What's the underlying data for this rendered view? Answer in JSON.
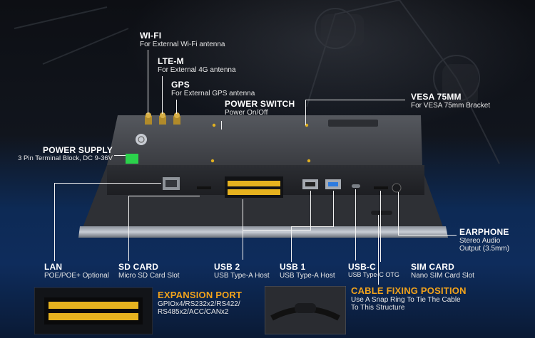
{
  "labels": {
    "wifi": {
      "title": "WI-FI",
      "sub": "For External Wi-Fi antenna"
    },
    "ltem": {
      "title": "LTE-M",
      "sub": "For External 4G antenna"
    },
    "gps": {
      "title": "GPS",
      "sub": "For External GPS antenna"
    },
    "power_switch": {
      "title": "POWER SWITCH",
      "sub": "Power On/Off"
    },
    "vesa": {
      "title": "VESA 75MM",
      "sub": "For VESA 75mm Bracket"
    },
    "power_supply": {
      "title": "POWER SUPPLY",
      "sub": "3 Pin Terminal Block, DC 9-36V"
    },
    "earphone": {
      "title": "EARPHONE",
      "sub1": "Stereo Audio",
      "sub2": "Output (3.5mm)"
    },
    "lan": {
      "title": "LAN",
      "sub": "POE/POE+ Optional"
    },
    "sd_card": {
      "title": "SD CARD",
      "sub": "Micro SD Card Slot"
    },
    "usb2": {
      "title": "USB 2",
      "sub": "USB Type-A Host"
    },
    "usb1": {
      "title": "USB 1",
      "sub": "USB Type-A Host"
    },
    "usbc": {
      "title": "USB-C",
      "sub": "USB Type-C OTG"
    },
    "sim_card": {
      "title": "SIM CARD",
      "sub": "Nano SIM Card Slot"
    },
    "expansion": {
      "title": "EXPANSION PORT",
      "sub1": "GPIOx4/RS232x2/RS422/",
      "sub2": "RS485x2/ACC/CANx2"
    },
    "cable_fixing": {
      "title": "CABLE FIXING POSITION",
      "sub1": "Use A Snap Ring To Tie The Cable",
      "sub2": "To This Structure"
    }
  },
  "colors": {
    "accent_orange": "#f2a31b",
    "usb_blue": "#2d7be0",
    "terminal_green": "#2bd24b",
    "background_blue": "#0e2c5c"
  }
}
